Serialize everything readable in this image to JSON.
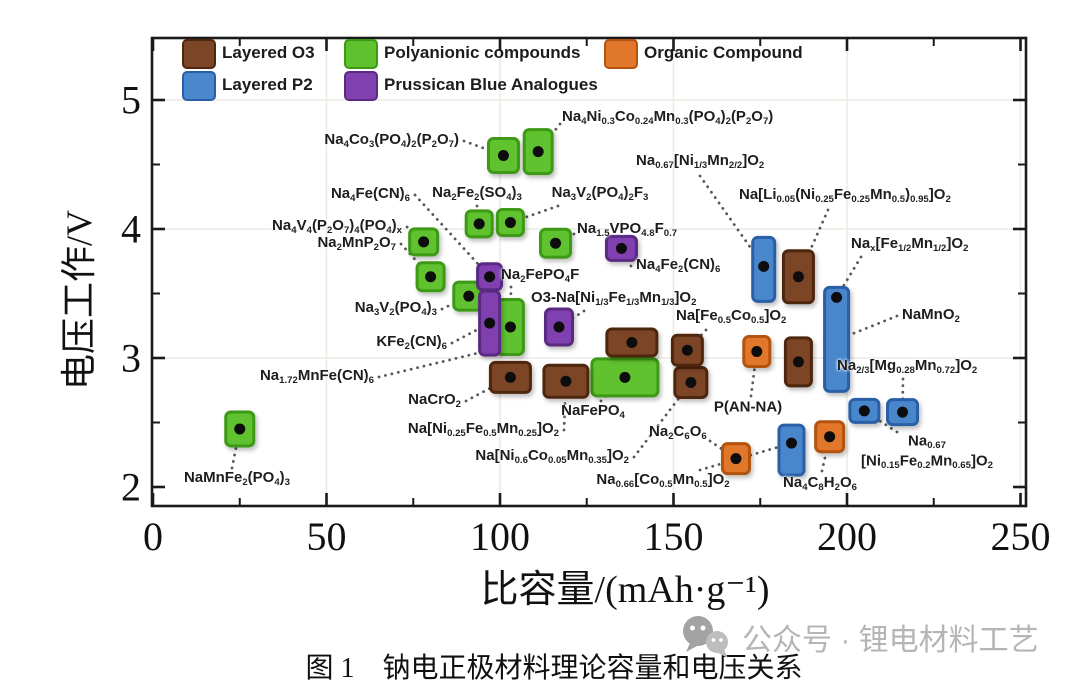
{
  "caption": "图 1　钠电正极材料理论容量和电压关系",
  "watermark": {
    "text": "公众号 · 锂电材料工艺"
  },
  "chart_data": {
    "type": "scatter",
    "title": "图 1　钠电正极材料理论容量和电压关系",
    "xlabel": "比容量/(mAh·g⁻¹)",
    "ylabel": "电压工作/V",
    "xlim": [
      0,
      250
    ],
    "ylim": [
      1.86,
      5.48
    ],
    "xticks": [
      0,
      50,
      100,
      150,
      200,
      250
    ],
    "xminor": [
      25,
      75,
      125,
      175,
      225
    ],
    "yticks": [
      5,
      4,
      3,
      2
    ],
    "yminor": [
      4.5,
      3.5,
      2.5
    ],
    "grid": true,
    "legend": {
      "position": "top-left-inside",
      "items": [
        {
          "label": "Layered O3",
          "category": "layered_o3"
        },
        {
          "label": "Polyanionic compounds",
          "category": "polyanionic"
        },
        {
          "label": "Organic Compound",
          "category": "organic"
        },
        {
          "label": "Layered P2",
          "category": "layered_p2"
        },
        {
          "label": "Prussican Blue Analogues",
          "category": "prussian_blue"
        }
      ]
    },
    "colors": {
      "layered_o3": {
        "fill": "#7c4526",
        "stroke": "#4e2710"
      },
      "layered_p2": {
        "fill": "#4a87cd",
        "stroke": "#2b5ea6"
      },
      "polyanionic": {
        "fill": "#5ec22f",
        "stroke": "#3d9914"
      },
      "prussian_blue": {
        "fill": "#8140b0",
        "stroke": "#5a2a82"
      },
      "organic": {
        "fill": "#e1772b",
        "stroke": "#b35310"
      },
      "dot": "#0d0d0d",
      "leader_line": "#3c3c3c"
    },
    "points": [
      {
        "id": "p01",
        "formula": "Na_4Co_3(PO_4)_2(P_2O_7)",
        "category": "polyanionic",
        "capacity": 101,
        "voltage": 4.57,
        "marker": {
          "w": 30,
          "h": 34
        },
        "label": {
          "x": 459,
          "y": 141,
          "align": "right"
        }
      },
      {
        "id": "p02",
        "formula": "Na_4Ni_{0.3}Co_{0.24}Mn_{0.3}(PO_4)_2(P_2O_7)",
        "category": "polyanionic",
        "capacity": 111,
        "voltage": 4.6,
        "marker": {
          "w": 28,
          "h": 44
        },
        "label": {
          "x": 562,
          "y": 118,
          "align": "left",
          "from": [
            560,
            124
          ]
        }
      },
      {
        "id": "p03",
        "formula": "Na_2Fe_2(SO_4)_3",
        "category": "polyanionic",
        "capacity": 94,
        "voltage": 4.04,
        "marker": {
          "w": 26,
          "h": 26
        },
        "label": {
          "x": 477,
          "y": 194,
          "align": "center"
        }
      },
      {
        "id": "p04",
        "formula": "Na_3V_2(PO_4)_2F_3",
        "category": "polyanionic",
        "capacity": 103,
        "voltage": 4.05,
        "marker": {
          "w": 26,
          "h": 26
        },
        "label": {
          "x": 600,
          "y": 194,
          "align": "center",
          "from": [
            558,
            206
          ]
        }
      },
      {
        "id": "p05",
        "formula": "Na_{1.5}VPO_{4.8}F_{0.7}",
        "category": "polyanionic",
        "capacity": 116,
        "voltage": 3.89,
        "marker": {
          "w": 30,
          "h": 28
        },
        "label": {
          "x": 577,
          "y": 230,
          "align": "left",
          "from": [
            574,
            234
          ]
        }
      },
      {
        "id": "p06",
        "formula": "Na_4V_4(P_2O_7)_4(PO_4)_x",
        "category": "polyanionic",
        "capacity": 78,
        "voltage": 3.9,
        "marker": {
          "w": 28,
          "h": 26
        },
        "label": {
          "x": 402,
          "y": 227,
          "align": "right"
        }
      },
      {
        "id": "p07",
        "formula": "Na_2MnP_2O_7",
        "category": "polyanionic",
        "capacity": 80,
        "voltage": 3.63,
        "marker": {
          "w": 27,
          "h": 28
        },
        "label": {
          "x": 396,
          "y": 244,
          "align": "right"
        }
      },
      {
        "id": "p08",
        "formula": "Na_3V_2(PO_4)_3",
        "category": "polyanionic",
        "capacity": 91,
        "voltage": 3.48,
        "marker": {
          "w": 30,
          "h": 28
        },
        "label": {
          "x": 437,
          "y": 309,
          "align": "right"
        }
      },
      {
        "id": "p09",
        "formula": "Na_2FePO_4F",
        "category": "polyanionic",
        "capacity": 103,
        "voltage": 3.24,
        "marker": {
          "w": 26,
          "h": 55
        },
        "label": {
          "x": 501,
          "y": 276,
          "align": "left",
          "from": [
            511,
            287
          ]
        }
      },
      {
        "id": "p10",
        "formula": "NaFePO_4",
        "category": "polyanionic",
        "capacity": 136,
        "voltage": 2.85,
        "marker": {
          "w": 66,
          "h": 37
        },
        "label": {
          "x": 593,
          "y": 412,
          "align": "center",
          "from": [
            601,
            401
          ]
        }
      },
      {
        "id": "p11",
        "formula": "NaMnFe_2(PO_4)_3",
        "category": "polyanionic",
        "capacity": 25,
        "voltage": 2.45,
        "marker": {
          "w": 28,
          "h": 34
        },
        "label": {
          "x": 237,
          "y": 479,
          "align": "center",
          "from": [
            232,
            468
          ]
        }
      },
      {
        "id": "p12",
        "formula": "Na_4Fe(CN)_6",
        "category": "prussian_blue",
        "capacity": 97,
        "voltage": 3.63,
        "marker": {
          "w": 24,
          "h": 26
        },
        "label": {
          "x": 410,
          "y": 195,
          "align": "right"
        }
      },
      {
        "id": "p13",
        "formula": "KFe_2(CN)_6",
        "category": "prussian_blue",
        "capacity": 97,
        "voltage": 3.27,
        "marker": {
          "w": 20,
          "h": 64
        },
        "label": {
          "x": 447,
          "y": 343,
          "align": "right"
        }
      },
      {
        "id": "p14",
        "formula": "Na_{1.72}MnFe(CN)_6",
        "category": "prussian_blue",
        "capacity": 97,
        "voltage": 3.06,
        "label": {
          "x": 374,
          "y": 377,
          "align": "right"
        }
      },
      {
        "id": "p15",
        "formula": "Na_4Fe_2(CN)_6",
        "category": "prussian_blue",
        "capacity": 135,
        "voltage": 3.85,
        "marker": {
          "w": 30,
          "h": 24
        },
        "label": {
          "x": 636,
          "y": 266,
          "align": "left"
        }
      },
      {
        "id": "p16",
        "formula": "O3-Na[Ni_{1/3}Fe_{1/3}Mn_{1/3}]O_2",
        "category": "prussian_blue",
        "capacity": 117,
        "voltage": 3.24,
        "marker": {
          "w": 27,
          "h": 36
        },
        "label": {
          "x": 531,
          "y": 299,
          "align": "left",
          "from": [
            584,
            311
          ]
        }
      },
      {
        "id": "p17",
        "formula": "NaCrO_2",
        "category": "layered_o3",
        "capacity": 103,
        "voltage": 2.85,
        "marker": {
          "w": 40,
          "h": 30
        },
        "label": {
          "x": 461,
          "y": 401,
          "align": "right"
        }
      },
      {
        "id": "p18",
        "formula": "Na[Ni_{0.25}Fe_{0.5}Mn_{0.25}]O_2",
        "category": "layered_o3",
        "capacity": 119,
        "voltage": 2.82,
        "marker": {
          "w": 44,
          "h": 32
        },
        "label": {
          "x": 559,
          "y": 430,
          "align": "right"
        }
      },
      {
        "id": "p19",
        "formula": "Na[Ni_{0.6}Co_{0.05}Mn_{0.35}]O_2",
        "category": "layered_o3",
        "capacity": 155,
        "voltage": 2.81,
        "marker": {
          "w": 32,
          "h": 30
        },
        "label": {
          "x": 629,
          "y": 457,
          "align": "right"
        }
      },
      {
        "id": "p20",
        "formula": "Na[Fe_{0.5}Co_{0.5}]O_2",
        "category": "layered_o3",
        "capacity": 154,
        "voltage": 3.06,
        "marker": {
          "w": 30,
          "h": 30
        },
        "label": {
          "x": 676,
          "y": 317,
          "align": "left",
          "from": [
            706,
            330
          ]
        }
      },
      {
        "id": "p21",
        "formula": "",
        "category": "layered_o3",
        "capacity": 138,
        "voltage": 3.12,
        "marker": {
          "w": 50,
          "h": 27
        }
      },
      {
        "id": "p22",
        "formula": "Na_{0.67}[Ni_{1/3}Mn_{2/2}]O_2",
        "category": "layered_p2",
        "capacity": 176,
        "voltage": 3.71,
        "marker": {
          "w": 22,
          "h": 64,
          "dy": 3
        },
        "label": {
          "x": 636,
          "y": 162,
          "align": "left",
          "from": [
            700,
            176
          ]
        }
      },
      {
        "id": "p23",
        "formula": "Na[Li_{0.05}(Ni_{0.25}Fe_{0.25}Mn_{0.5})_{0.95}]O_2",
        "category": "layered_o3",
        "capacity": 186,
        "voltage": 3.63,
        "marker": {
          "w": 30,
          "h": 52
        },
        "label": {
          "x": 739,
          "y": 196,
          "align": "left",
          "from": [
            828,
            210
          ]
        }
      },
      {
        "id": "p24",
        "formula": "Na_x[Fe_{1/2}Mn_{1/2}]O_2",
        "category": "layered_p2",
        "capacity": 197,
        "voltage": 3.47,
        "marker": {
          "w": 24,
          "h": 104,
          "dy": 42
        },
        "label": {
          "x": 851,
          "y": 245,
          "align": "left",
          "from": [
            861,
            257
          ]
        }
      },
      {
        "id": "p25",
        "formula": "NaMnO_2",
        "category": "layered_p2",
        "capacity": 199,
        "voltage": 3.16,
        "label": {
          "x": 902,
          "y": 316,
          "align": "left"
        }
      },
      {
        "id": "p26",
        "formula": "Na_{2/3}[Mg_{0.28}Mn_{0.72}]O_2",
        "category": "layered_p2",
        "capacity": 216,
        "voltage": 2.58,
        "marker": {
          "w": 30,
          "h": 25
        },
        "label": {
          "x": 837,
          "y": 367,
          "align": "left",
          "from": [
            903,
            379
          ]
        }
      },
      {
        "id": "p27",
        "formula": "Na_{0.67}\n[Ni_{0.15}Fe_{0.2}Mn_{0.65}]O_2",
        "category": "layered_p2",
        "capacity": 205,
        "voltage": 2.59,
        "marker": {
          "w": 29,
          "h": 23
        },
        "label": {
          "x": 927,
          "y": 452,
          "align": "center",
          "from": [
            897,
            432
          ]
        }
      },
      {
        "id": "p28",
        "formula": "P(AN-NA)",
        "category": "organic",
        "capacity": 174,
        "voltage": 3.05,
        "marker": {
          "w": 26,
          "h": 30
        },
        "label": {
          "x": 748,
          "y": 408,
          "align": "center",
          "from": [
            751,
            396
          ]
        }
      },
      {
        "id": "p29",
        "formula": "Na_2C_6O_6",
        "category": "organic",
        "capacity": 168,
        "voltage": 2.22,
        "marker": {
          "w": 27,
          "h": 30
        },
        "label": {
          "x": 649,
          "y": 433,
          "align": "left",
          "from": [
            710,
            441
          ]
        }
      },
      {
        "id": "p30",
        "formula": "Na_4C_8H_2O_6",
        "category": "organic",
        "capacity": 195,
        "voltage": 2.39,
        "marker": {
          "w": 28,
          "h": 30
        },
        "label": {
          "x": 820,
          "y": 484,
          "align": "center",
          "from": [
            822,
            471
          ]
        }
      },
      {
        "id": "p31",
        "formula": "Na_{0.66}[Co_{0.5}Mn_{0.5}]O_2",
        "category": "layered_p2",
        "capacity": 184,
        "voltage": 2.34,
        "marker": {
          "w": 25,
          "h": 50,
          "dy": 7
        },
        "label": {
          "x": 663,
          "y": 481,
          "align": "center",
          "from": [
            700,
            470
          ]
        }
      },
      {
        "id": "p32",
        "formula": "",
        "category": "layered_o3",
        "capacity": 186,
        "voltage": 2.97,
        "marker": {
          "w": 26,
          "h": 48
        }
      }
    ]
  }
}
